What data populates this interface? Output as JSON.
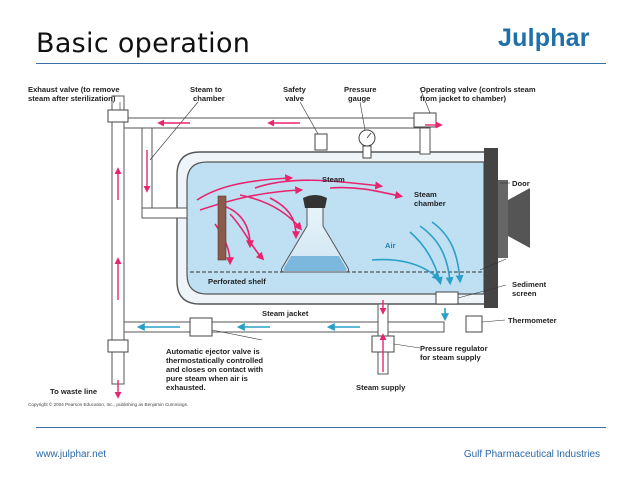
{
  "header": {
    "title": "Basic operation",
    "logo_text": "Julphar"
  },
  "footer": {
    "left_text": "www.julphar.net",
    "right_text": "Gulf Pharmaceutical Industries"
  },
  "diagram": {
    "labels": {
      "exhaust_valve_1": "Exhaust valve (to remove",
      "exhaust_valve_2": "steam after sterilization)",
      "steam_to_chamber_1": "Steam to",
      "steam_to_chamber_2": "chamber",
      "safety_valve_1": "Safety",
      "safety_valve_2": "valve",
      "pressure_gauge_1": "Pressure",
      "pressure_gauge_2": "gauge",
      "operating_valve_1": "Operating valve (controls steam",
      "operating_valve_2": "from jacket to chamber)",
      "steam": "Steam",
      "steam_chamber_1": "Steam",
      "steam_chamber_2": "chamber",
      "door": "Door",
      "air": "Air",
      "perforated_shelf": "Perforated shelf",
      "sediment_screen_1": "Sediment",
      "sediment_screen_2": "screen",
      "steam_jacket": "Steam jacket",
      "thermometer": "Thermometer",
      "ejector_1": "Automatic ejector valve is",
      "ejector_2": "thermostatically controlled",
      "ejector_3": "and closes on contact with",
      "ejector_4": "pure steam when air is",
      "ejector_5": "exhausted.",
      "pressure_regulator_1": "Pressure regulator",
      "pressure_regulator_2": "for steam supply",
      "waste_line": "To waste line",
      "steam_supply": "Steam supply",
      "copyright": "Copyright © 2004 Pearson Education, Inc., publishing as Benjamin Cummings."
    },
    "colors": {
      "steam": "#e8246e",
      "air": "#2aa0c8",
      "chamber": "#bfe0f3",
      "pipe": "#ffffff",
      "outline": "#555555"
    }
  }
}
